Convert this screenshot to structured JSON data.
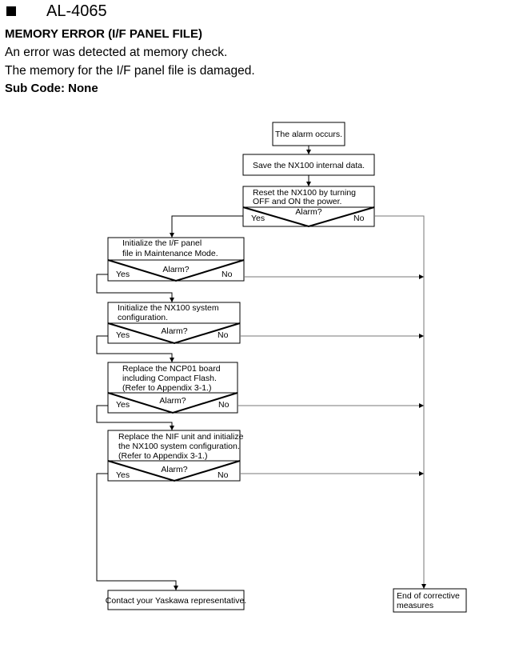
{
  "header": {
    "alarm_code": "AL-4065",
    "title": "MEMORY ERROR (I/F PANEL FILE)",
    "description_lines": [
      "An error was detected at memory check.",
      "The memory for the I/F panel file is damaged."
    ],
    "sub_code": "Sub Code: None"
  },
  "flowchart": {
    "start": "The alarm occurs.",
    "save": "Save the NX100 internal data.",
    "reset": [
      "Reset the NX100 by turning",
      "OFF and ON the power."
    ],
    "steps": [
      [
        "Initialize the I/F panel",
        "file in Maintenance Mode."
      ],
      [
        "Initialize the NX100 system",
        "configuration."
      ],
      [
        "Replace the NCP01 board",
        "including Compact Flash.",
        "(Refer to Appendix 3-1.)"
      ],
      [
        "Replace the NIF unit and initialize",
        "the NX100 system configuration.",
        "(Refer to Appendix 3-1.)"
      ]
    ],
    "question": "Alarm?",
    "yes": "Yes",
    "no": "No",
    "contact": "Contact your Yaskawa representative.",
    "end": [
      "End of corrective",
      "measures"
    ]
  }
}
